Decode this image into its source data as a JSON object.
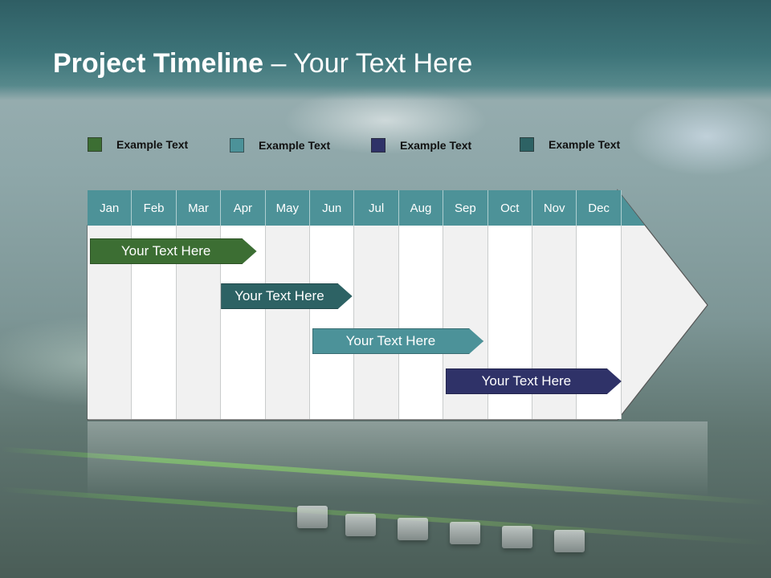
{
  "header": {
    "title_bold": "Project Timeline",
    "title_rest": " – Your Text Here"
  },
  "legend": [
    {
      "label": "Example Text",
      "color": "#3c6e33"
    },
    {
      "label": "Example Text",
      "color": "#4c9299"
    },
    {
      "label": "Example Text",
      "color": "#2f3268"
    },
    {
      "label": "Example Text",
      "color": "#2d6264"
    }
  ],
  "timeline": {
    "header_color": "#4d9298",
    "months": [
      "Jan",
      "Feb",
      "Mar",
      "Apr",
      "May",
      "Jun",
      "Jul",
      "Aug",
      "Sep",
      "Oct",
      "Nov",
      "Dec"
    ],
    "tasks": [
      {
        "label": "Your  Text Here",
        "color": "#3c6e33",
        "start_month": 0.05,
        "end_month": 3.8
      },
      {
        "label": "Your  Text Here",
        "color": "#2d6264",
        "start_month": 3.0,
        "end_month": 5.95
      },
      {
        "label": "Your  Text Here",
        "color": "#4c9299",
        "start_month": 5.05,
        "end_month": 8.9
      },
      {
        "label": "Your  Text Here",
        "color": "#2f3268",
        "start_month": 8.05,
        "end_month": 12.0
      }
    ]
  }
}
